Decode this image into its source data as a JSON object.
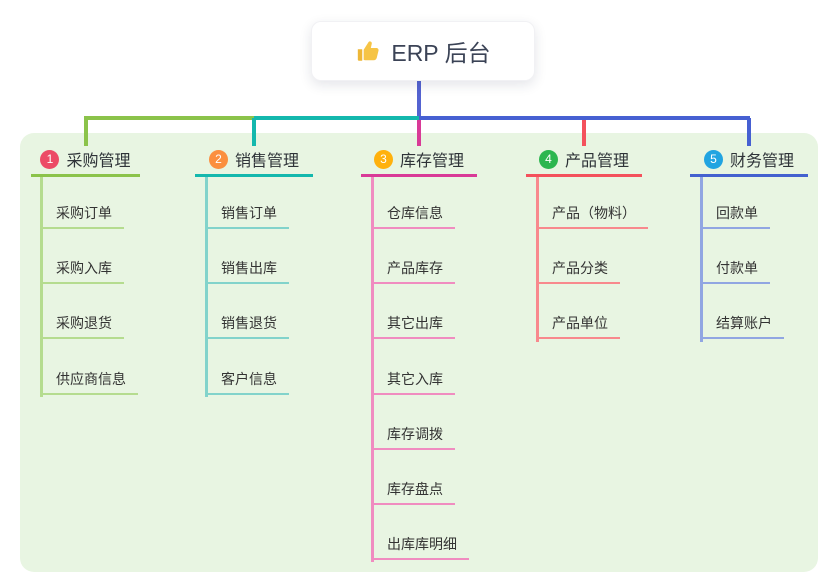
{
  "root": {
    "title": "ERP 后台",
    "icon": "thumbs-up-icon"
  },
  "branches": [
    {
      "badge": "1",
      "title": "采购管理",
      "line_color": "#8bc34a",
      "child_line_color": "#b5dc8f",
      "badge_color": "#ec4b66",
      "children": [
        "采购订单",
        "采购入库",
        "采购退货",
        "供应商信息"
      ]
    },
    {
      "badge": "2",
      "title": "销售管理",
      "line_color": "#14b8ad",
      "child_line_color": "#82d3cb",
      "badge_color": "#fb8f3f",
      "children": [
        "销售订单",
        "销售出库",
        "销售退货",
        "客户信息"
      ]
    },
    {
      "badge": "3",
      "title": "库存管理",
      "line_color": "#d93a97",
      "child_line_color": "#f08cc0",
      "badge_color": "#ffb10c",
      "children": [
        "仓库信息",
        "产品库存",
        "其它出库",
        "其它入库",
        "库存调拨",
        "库存盘点",
        "出库库明细"
      ]
    },
    {
      "badge": "4",
      "title": "产品管理",
      "line_color": "#f4515c",
      "child_line_color": "#f8898d",
      "badge_color": "#2cb64f",
      "children": [
        "产品（物料）",
        "产品分类",
        "产品单位"
      ]
    },
    {
      "badge": "5",
      "title": "财务管理",
      "line_color": "#4361cf",
      "child_line_color": "#91a6e2",
      "badge_color": "#21a4e1",
      "children": [
        "回款单",
        "付款单",
        "结算账户"
      ]
    }
  ],
  "colors": {
    "panel_background": "#e8f5e2",
    "root_connector": "#5463d1",
    "root_text": "#3b4356",
    "title_text": "#2e3338",
    "child_text": "#333333"
  }
}
